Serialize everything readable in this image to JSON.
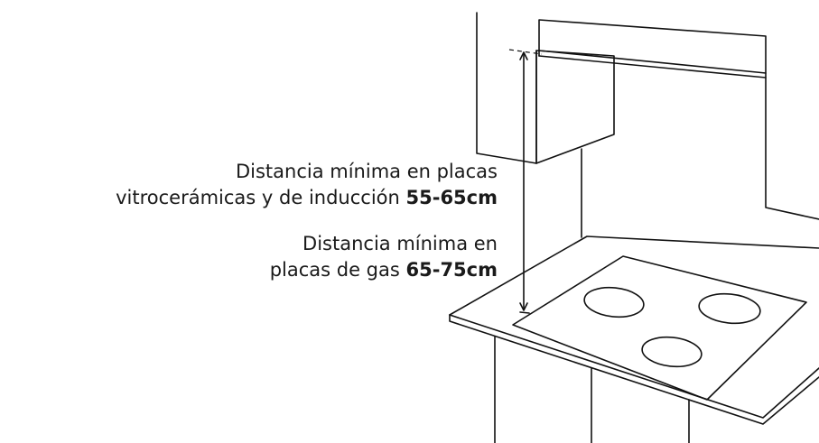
{
  "labels": {
    "induction": {
      "line1": "Distancia mínima en  placas",
      "line2_text": "vitrocerámicas y de inducción ",
      "line2_value": "55-65cm"
    },
    "gas": {
      "line1": "Distancia mínima en",
      "line2_text": "placas de gas ",
      "line2_value": "65-75cm"
    }
  }
}
